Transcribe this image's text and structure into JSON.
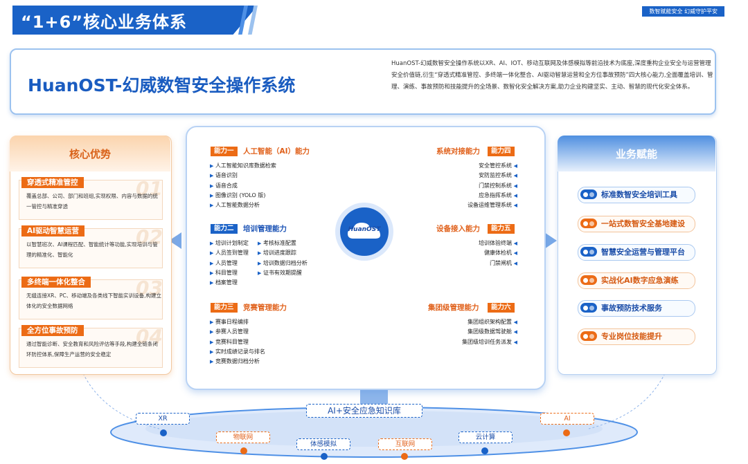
{
  "header": {
    "title": "“1+6”核心业务体系",
    "tagline": "数智赋能安全 幻威守护平安"
  },
  "intro": {
    "title": "HuanOST-幻威数智安全操作系统",
    "description": "HuanOST-幻威数智安全操作系统以XR、AI、IOT、移动互联网及体感模拟等前沿技术为底座,深度重构企业安全与运营管理安全价值链,衍生“穿透式精准管控、多终端一体化整合、AI驱动智慧运营和全方位事故预防”四大核心能力,全面覆盖培训、管理、演练、事故预防和技能提升的全场景、数智化安全解决方案,助力企业构建坚实、主动、智慧的现代化安全体系。"
  },
  "core_advantages": {
    "title": "核心优势",
    "items": [
      {
        "tag": "穿透式精准管控",
        "text": "覆盖总部、公司、部门和班组,实现权限、内容与数据的统一管控与精准穿透",
        "num": "01"
      },
      {
        "tag": "AI驱动智慧运营",
        "text": "以智慧班次、AI课程匹配、智能统计等功能,实现培训与管理的精准化、智能化",
        "num": "02"
      },
      {
        "tag": "多终端一体化整合",
        "text": "无缝连接XR、PC、移动端及各类线下智能实训设备,构建立体化的安全数据网络",
        "num": "03"
      },
      {
        "tag": "全方位事故预防",
        "text": "通过智能诊断、安全教育和风险评估等手段,构建全链条闭环防控体系,保障生产运营的安全稳定",
        "num": "04"
      }
    ]
  },
  "hub": {
    "label": "HuanOST"
  },
  "capabilities": {
    "c1": {
      "tag": "能力一",
      "name": "人工智能（AI）能力",
      "items": [
        "人工智能知识库数据检索",
        "语音识别",
        "语音合成",
        "图像识别 (YOLO 版)",
        "人工智能数据分析"
      ]
    },
    "c2": {
      "tag": "能力二",
      "name": "培训管理能力",
      "col1": [
        "培训计划制定",
        "人员签到管理",
        "人员管理",
        "科目管理",
        "档案管理"
      ],
      "col2": [
        "考核标准配置",
        "培训进度跟踪",
        "培训数据归档分析",
        "证书有效期提醒"
      ]
    },
    "c3": {
      "tag": "能力三",
      "name": "竞赛管理能力",
      "items": [
        "赛事日程编排",
        "参赛人员管理",
        "竞赛科目管理",
        "实时成绩记录与排名",
        "竞赛数据归档分析"
      ]
    },
    "c4": {
      "tag": "能力四",
      "name": "系统对接能力",
      "items": [
        "安全管控系统",
        "安防监控系统",
        "门禁控制系统",
        "应急指挥系统",
        "设备运维管理系统"
      ]
    },
    "c5": {
      "tag": "能力五",
      "name": "设备接入能力",
      "items": [
        "培训体验终端",
        "健康体检机",
        "门禁闸机"
      ]
    },
    "c6": {
      "tag": "能力六",
      "name": "集团级管理能力",
      "items": [
        "集团组织架构配置",
        "集团级数据驾驶舱",
        "集团级培训任务派发"
      ]
    }
  },
  "business": {
    "title": "业务赋能",
    "items": [
      {
        "label": "标准数智安全培训工具",
        "color": "blue"
      },
      {
        "label": "一站式数智安全基地建设",
        "color": "orange"
      },
      {
        "label": "智慧安全运营与管理平台",
        "color": "blue"
      },
      {
        "label": "实战化AI数字应急演练",
        "color": "orange"
      },
      {
        "label": "事故预防技术服务",
        "color": "blue"
      },
      {
        "label": "专业岗位技能提升",
        "color": "orange"
      }
    ]
  },
  "knowledge_base": {
    "label": "AI+安全应急知识库",
    "tech": [
      "XR",
      "物联网",
      "体感模拟",
      "互联网",
      "云计算",
      "AI"
    ]
  },
  "colors": {
    "brand_blue": "#1a62c7",
    "accent_orange": "#ec6b15"
  }
}
